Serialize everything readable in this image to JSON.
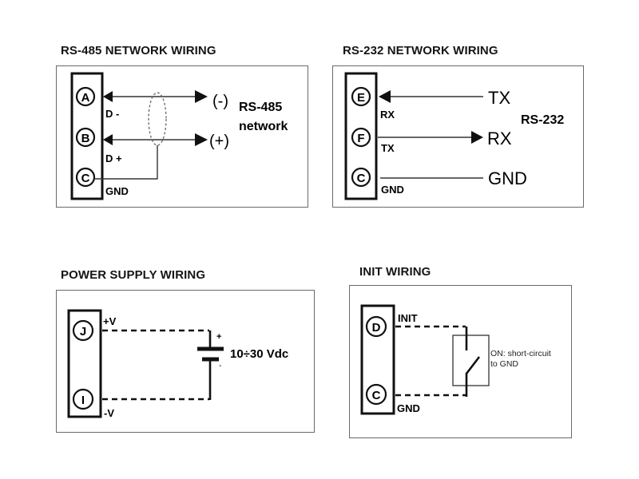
{
  "diagrams": {
    "rs485": {
      "title": "RS-485 NETWORK WIRING",
      "terminals": [
        {
          "id": "A",
          "label": "D -"
        },
        {
          "id": "B",
          "label": "D +"
        },
        {
          "id": "C",
          "label": "GND"
        }
      ],
      "polarity_minus": "(-)",
      "polarity_plus": "(+)",
      "network_line1": "RS-485",
      "network_line2": "network"
    },
    "rs232": {
      "title": "RS-232 NETWORK WIRING",
      "terminals": [
        {
          "id": "E",
          "label": "RX",
          "remote": "TX"
        },
        {
          "id": "F",
          "label": "TX",
          "remote": "RX"
        },
        {
          "id": "C",
          "label": "GND",
          "remote": "GND"
        }
      ],
      "network_label": "RS-232"
    },
    "power": {
      "title": "POWER SUPPLY WIRING",
      "terminals": [
        {
          "id": "J",
          "label": "+V"
        },
        {
          "id": "I",
          "label": "-V"
        }
      ],
      "battery_plus": "+",
      "battery_minus": "-",
      "voltage": "10÷30 Vdc"
    },
    "init": {
      "title": "INIT WIRING",
      "terminals": [
        {
          "id": "D",
          "label": "INIT"
        },
        {
          "id": "C",
          "label": "GND"
        }
      ],
      "switch_note_line1": "ON: short-circuit",
      "switch_note_line2": "to GND"
    }
  }
}
